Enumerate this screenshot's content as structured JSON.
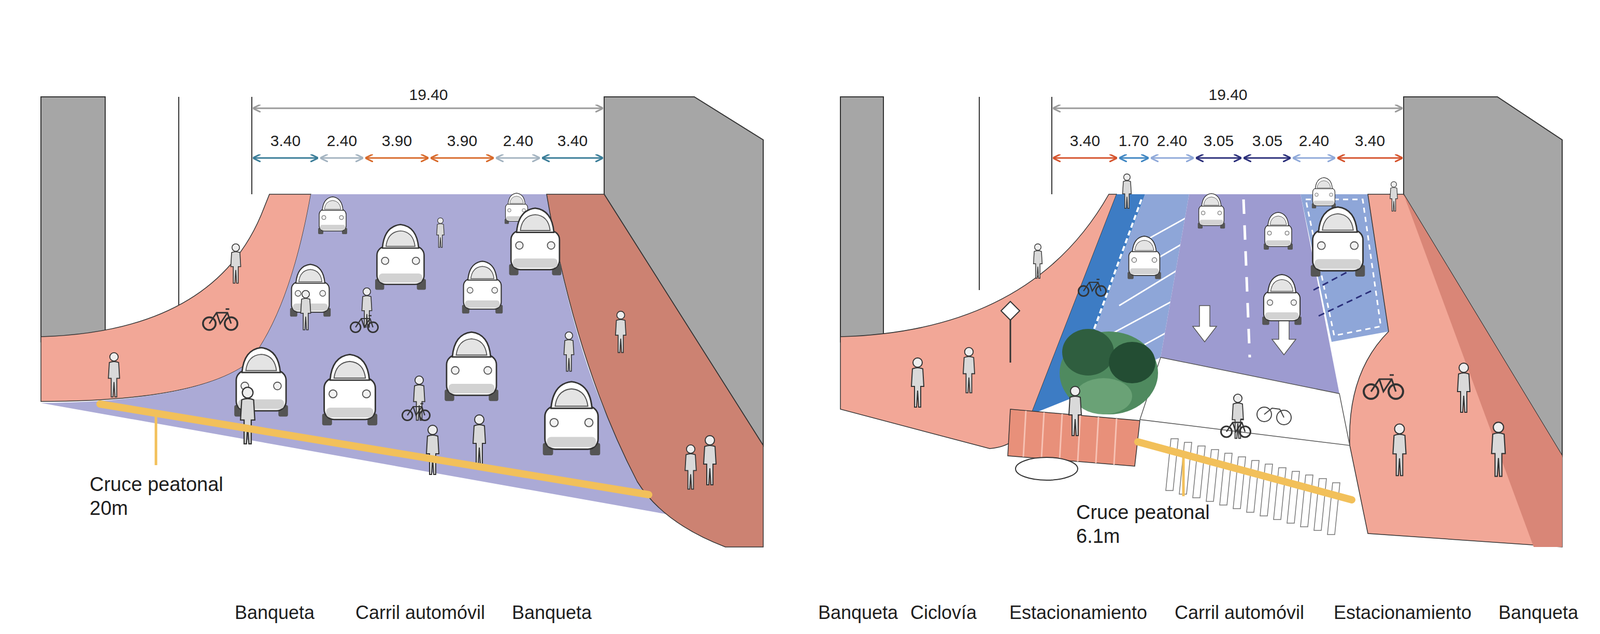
{
  "diagram": {
    "labels": [
      "19.40",
      "3.40",
      "2.40",
      "3.90",
      "3.90",
      "2.40",
      "3.40",
      "Cruce peatonal 20m",
      "19.40",
      "3.40",
      "1.70",
      "2.40",
      "3.05",
      "3.05",
      "2.40",
      "3.40",
      "Cruce peatonal 6.1m",
      "Banqueta",
      "Carril automóvil",
      "Banqueta",
      "Banqueta",
      "Ciclovía",
      "Estacionamiento",
      "Carril automóvil",
      "Estacionamiento",
      "Banqueta"
    ]
  }
}
